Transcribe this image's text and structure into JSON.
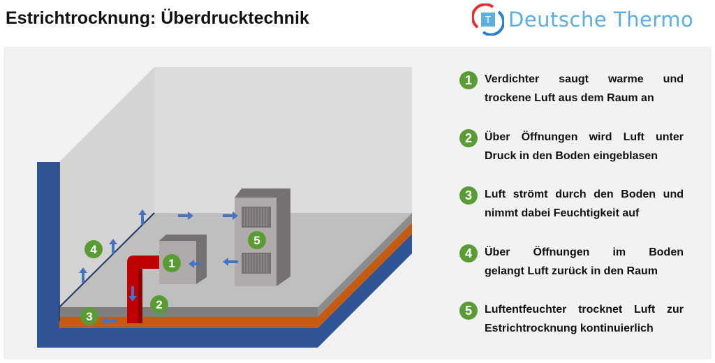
{
  "header": {
    "title": "Estrichtrocknung:  Überdrucktechnik",
    "logo_text": "Deutsche Thermo"
  },
  "colors": {
    "accent_green": "#5b9b35",
    "screed_blue": "#2f5597",
    "insulation_orange": "#c55a11",
    "pipe_red": "#c00000",
    "arrow_blue": "#4472c4"
  },
  "diagram": {
    "markers": [
      "1",
      "2",
      "3",
      "4",
      "5"
    ]
  },
  "steps": [
    {
      "number": "1",
      "line1": "Verdichter saugt warme und",
      "line2": "trockene Luft aus dem Raum an"
    },
    {
      "number": "2",
      "line1": "Über Öffnungen wird Luft unter",
      "line2": "Druck in den Boden eingeblasen"
    },
    {
      "number": "3",
      "line1": "Luft strömt durch den Boden und",
      "line2": "nimmt dabei Feuchtigkeit auf"
    },
    {
      "number": "4",
      "line1": "Über Öffnungen im Boden",
      "line2": "gelangt Luft zurück in den Raum"
    },
    {
      "number": "5",
      "line1": "Luftentfeuchter trocknet Luft zur",
      "line2": "Estrichtrocknung kontinuierlich"
    }
  ]
}
